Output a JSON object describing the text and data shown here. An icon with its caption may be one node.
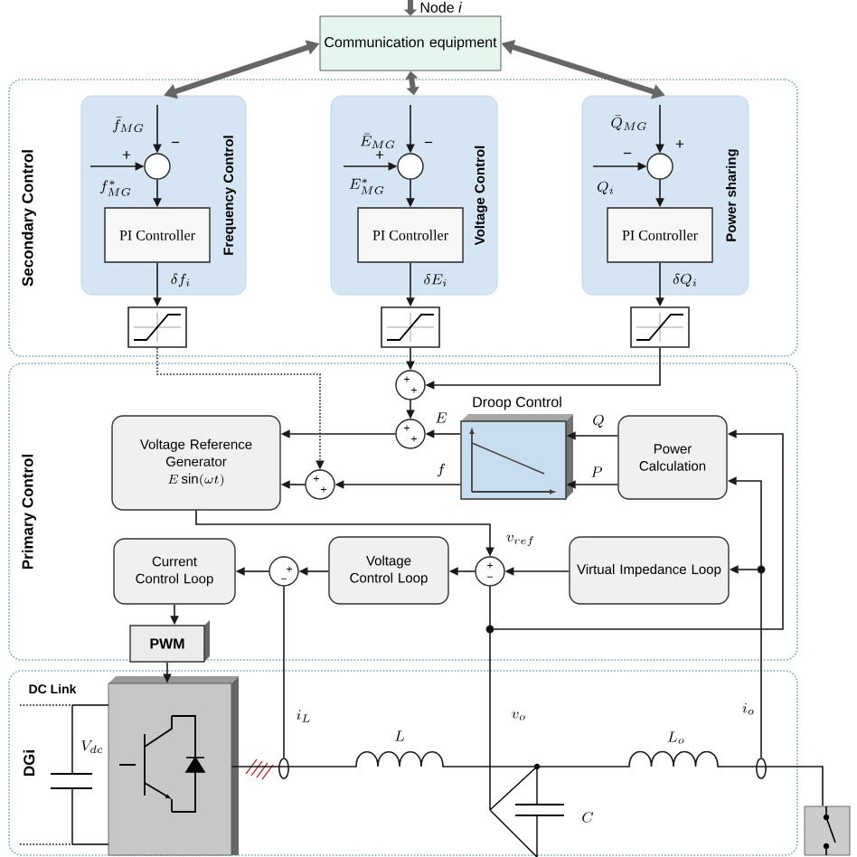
{
  "diagram": {
    "nodes": [
      {
        "text": [
          "Communication equipment"
        ],
        "beside": [
          "Node *i*"
        ]
      },
      {
        "text": [
          "Secondary Control"
        ]
      },
      {
        "text": [
          "Frequency Control"
        ],
        "in": 1
      },
      {
        "text": [],
        "shape": "circle",
        "in": 2
      },
      {
        "text": [
          "PI Controller"
        ],
        "in": 2
      },
      {
        "text": [
          "Voltage Control"
        ],
        "in": 1
      },
      {
        "text": [],
        "shape": "circle",
        "in": 5
      },
      {
        "text": [
          "PI Controller"
        ],
        "in": 5
      },
      {
        "text": [
          "Power sharing"
        ],
        "in": 1
      },
      {
        "text": [],
        "shape": "circle",
        "in": 8
      },
      {
        "text": [
          "PI Controller"
        ],
        "in": 8
      },
      {
        "text": [],
        "shape": "box",
        "in": 1
      },
      {
        "text": [],
        "shape": "box",
        "in": 1
      },
      {
        "text": [],
        "shape": "box",
        "in": 1
      },
      {
        "text": [
          "Primary Control"
        ]
      },
      {
        "text": [
          "+",
          "+"
        ],
        "in": 14
      },
      {
        "text": [
          "+",
          "+"
        ],
        "in": 14
      },
      {
        "text": [
          "Voltage Reference Generator",
          "E\\sin(\\omega t)"
        ],
        "in": 14
      },
      {
        "text": [
          "+",
          "+"
        ],
        "in": 14
      },
      {
        "text": [
          "Droop Control"
        ],
        "in": 14
      },
      {
        "text": [
          "Power Calculation"
        ],
        "in": 14
      },
      {
        "text": [
          "Current Control Loop"
        ],
        "in": 14
      },
      {
        "text": [
          "+",
          "−"
        ],
        "in": 14
      },
      {
        "text": [
          "Voltage Control Loop"
        ],
        "in": 14
      },
      {
        "text": [
          "+",
          "−"
        ],
        "in": 14
      },
      {
        "text": [
          "Virtual Impedance Loop"
        ],
        "in": 14
      },
      {
        "text": [
          "PWM"
        ],
        "in": 14
      },
      {
        "text": [
          "DGi"
        ]
      },
      {
        "text": [],
        "shape": "box",
        "in": 27
      },
      {
        "text": [],
        "shape": "box"
      },
      {
        "text": [],
        "shape": "ellipse",
        "in": 27
      },
      {
        "text": [],
        "shape": "ellipse",
        "in": 27
      },
      {
        "text": [],
        "shape": "circle",
        "in": 14
      },
      {
        "text": [],
        "shape": "circle",
        "in": 14
      }
    ],
    "edges": [
      {
        "from": null,
        "to": 0,
        "arrow": "to",
        "style": "thick",
        "color": "#666666"
      },
      {
        "from": 0,
        "to": 2,
        "arrow": "both",
        "style": "thick",
        "color": "#666666"
      },
      {
        "from": 0,
        "to": 5,
        "arrow": "both",
        "style": "thick",
        "color": "#666666"
      },
      {
        "from": 0,
        "to": 8,
        "arrow": "both",
        "style": "thick",
        "color": "#666666"
      },
      {
        "from": null,
        "to": 3,
        "arrow": "to",
        "label": "\\bar{f}_{MG}"
      },
      {
        "from": null,
        "to": 3,
        "arrow": "to",
        "label": "f^{*}_{MG}"
      },
      {
        "from": 3,
        "to": 4,
        "arrow": "to"
      },
      {
        "from": 4,
        "to": 11,
        "arrow": "to",
        "label": "\\delta f_i"
      },
      {
        "from": null,
        "to": 6,
        "arrow": "to",
        "label": "\\bar{E}_{MG}"
      },
      {
        "from": null,
        "to": 6,
        "arrow": "to",
        "label": "E^{*}_{MG}"
      },
      {
        "from": 6,
        "to": 7,
        "arrow": "to"
      },
      {
        "from": 7,
        "to": 12,
        "arrow": "to",
        "label": "\\delta E_i"
      },
      {
        "from": null,
        "to": 9,
        "arrow": "to",
        "label": "\\bar{Q}_{MG}"
      },
      {
        "from": null,
        "to": 9,
        "arrow": "to",
        "label": "Q_i"
      },
      {
        "from": 9,
        "to": 10,
        "arrow": "to"
      },
      {
        "from": 10,
        "to": 13,
        "arrow": "to",
        "label": "\\delta Q_i"
      },
      {
        "from": 11,
        "to": 18,
        "arrow": "to",
        "style": "dashed"
      },
      {
        "from": 12,
        "to": 15,
        "arrow": "to"
      },
      {
        "from": 13,
        "to": 15,
        "arrow": "to"
      },
      {
        "from": 15,
        "to": 16,
        "arrow": "to"
      },
      {
        "from": 16,
        "to": 17,
        "arrow": "to"
      },
      {
        "from": 19,
        "to": 16,
        "arrow": "to",
        "label": "E"
      },
      {
        "from": 19,
        "to": 18,
        "arrow": "to",
        "label": "f"
      },
      {
        "from": 18,
        "to": 17,
        "arrow": "to"
      },
      {
        "from": 17,
        "to": 24,
        "arrow": "to",
        "label": "v_{ref}"
      },
      {
        "from": 20,
        "to": 19,
        "arrow": "to",
        "label": "Q"
      },
      {
        "from": 20,
        "to": 19,
        "arrow": "to",
        "label": "P"
      },
      {
        "from": 25,
        "to": 24,
        "arrow": "to"
      },
      {
        "from": 24,
        "to": 23,
        "arrow": "to"
      },
      {
        "from": 23,
        "to": 22,
        "arrow": "to"
      },
      {
        "from": 22,
        "to": 21,
        "arrow": "to"
      },
      {
        "from": 21,
        "to": 26,
        "arrow": "to"
      },
      {
        "from": 26,
        "to": 28,
        "arrow": "to"
      },
      {
        "from": 30,
        "to": 22,
        "arrow": "none"
      },
      {
        "from": null,
        "to": 24,
        "arrow": "none"
      },
      {
        "from": 32,
        "to": 20,
        "arrow": "to"
      },
      {
        "from": 31,
        "to": 20,
        "arrow": "to"
      },
      {
        "from": 33,
        "to": 25,
        "arrow": "to"
      },
      {
        "from": 28,
        "to": 29,
        "arrow": "none"
      }
    ],
    "labels": [
      "+",
      "−",
      "+",
      "−",
      "−",
      "+",
      "DC Link",
      "V_{dc}",
      "i_L",
      "L",
      "v_o",
      "L_o",
      "i_o",
      "C"
    ]
  }
}
